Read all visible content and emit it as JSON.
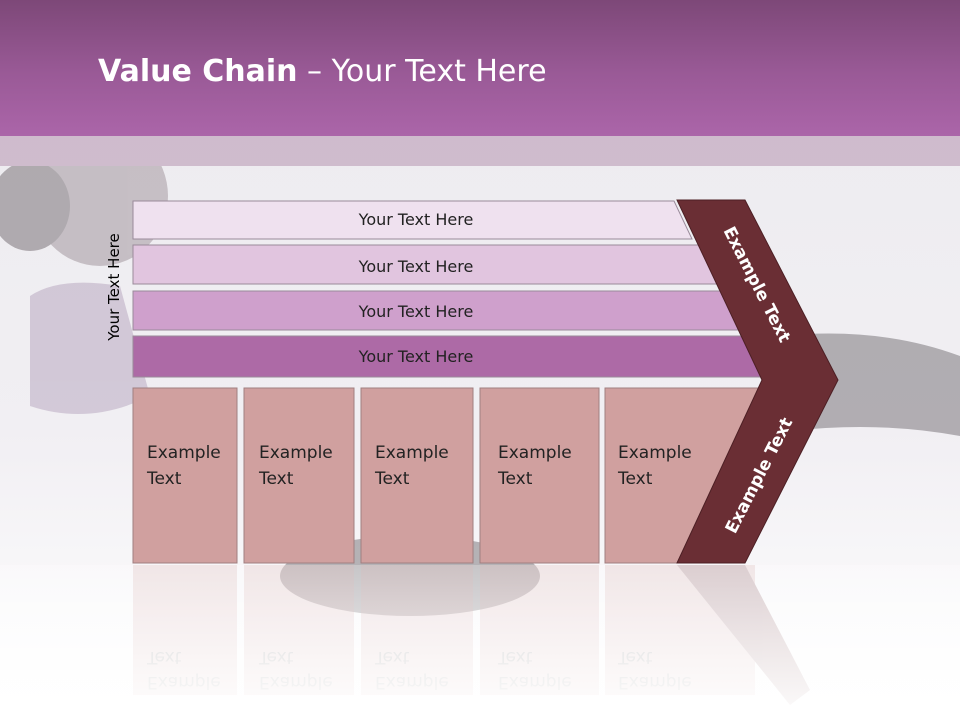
{
  "slide": {
    "title_bold": "Value Chain",
    "title_rest": " – Your Text Here",
    "side_label": "Your Text Here"
  },
  "bars": [
    {
      "label": "Your Text Here",
      "color": "#efe1ef"
    },
    {
      "label": "Your Text Here",
      "color": "#e1c5df"
    },
    {
      "label": "Your Text Here",
      "color": "#cfa0cc"
    },
    {
      "label": "Your Text Here",
      "color": "#ad6aa6"
    }
  ],
  "columns": [
    {
      "line1": "Example",
      "line2": "Text"
    },
    {
      "line1": "Example",
      "line2": "Text"
    },
    {
      "line1": "Example",
      "line2": "Text"
    },
    {
      "line1": "Example",
      "line2": "Text"
    },
    {
      "line1": "Example",
      "line2": "Text"
    }
  ],
  "chevron": {
    "top_label": "Example Text",
    "bottom_label": "Example Text"
  },
  "colors": {
    "header": "#9a5a97",
    "column_fill": "#d0a09f",
    "chevron_fill": "#6a2e34"
  }
}
